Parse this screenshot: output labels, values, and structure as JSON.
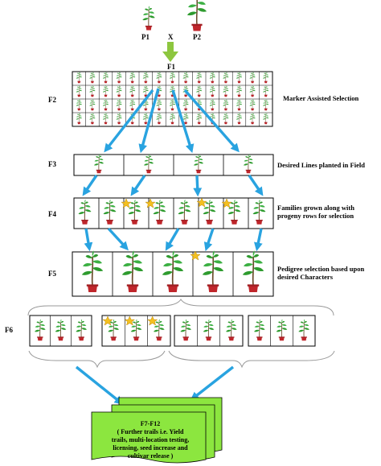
{
  "parents": {
    "p1_label": "P1",
    "cross_label": "X",
    "p2_label": "P2"
  },
  "generations": {
    "f1": "F1",
    "f2": "F2",
    "f3": "F3",
    "f4": "F4",
    "f5": "F5",
    "f6": "F6"
  },
  "steps": {
    "f2": "Marker Assisted Selection",
    "f3": "Desired Lines planted in Field",
    "f4_line1": "Families grown along with",
    "f4_line2": "progeny rows for selection",
    "f5_line1": "Pedigree selection based upon",
    "f5_line2": "desired Characters"
  },
  "final_box": {
    "title": "F7-F12",
    "line1": "( Further trails  i.e. Yield",
    "line2": "trails, multi-location testing,",
    "line3": "licensing, seed increase and",
    "line4": "cultivar release )"
  },
  "colors": {
    "arrow_blue": "#29A3E0",
    "cross_arrow_green": "#8DC63F",
    "leaf_green": "#2E9B2E",
    "pot_red": "#C0262B",
    "star_yellow": "#F4C020",
    "final_box_green": "#8CE63F"
  },
  "icons": [
    "plant-icon",
    "star-icon",
    "arrow-icon",
    "brace-icon",
    "document-stack-icon"
  ]
}
